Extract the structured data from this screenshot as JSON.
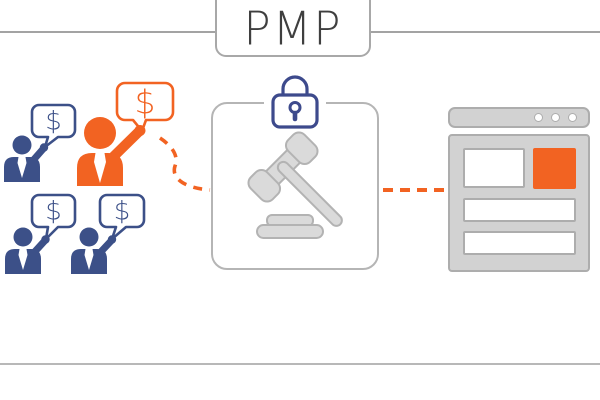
{
  "title": {
    "label": "PMP"
  },
  "colors": {
    "orange": "#F26322",
    "blue": "#3C5088",
    "lock_blue": "#3D4A8C",
    "line_gray": "#A3A3A3",
    "line_gray_light": "#B8B8B8",
    "box_border": "#A8A8A8",
    "box_border2": "#B5B5B5",
    "gavel_fill": "#DADADA",
    "gavel_stroke": "#B3B3B3",
    "browser_fill": "#D2D2D2",
    "browser_stroke": "#ADADAD",
    "title_color": "#3F3F3F"
  },
  "bidders": [
    {
      "name": "bidder-blue-1",
      "color_role": "blue",
      "bubble_text": "$"
    },
    {
      "name": "bidder-orange-winner",
      "color_role": "orange",
      "bubble_text": "$",
      "highlighted": true
    },
    {
      "name": "bidder-blue-2",
      "color_role": "blue",
      "bubble_text": "$"
    },
    {
      "name": "bidder-blue-3",
      "color_role": "blue",
      "bubble_text": "$"
    }
  ],
  "auction": {
    "icons": {
      "lock": "padlock-icon",
      "gavel": "gavel-icon"
    }
  },
  "publisher_page": {
    "window_dot_count": 3,
    "slots": [
      {
        "name": "content-box",
        "type": "content"
      },
      {
        "name": "ad-slot",
        "type": "ad",
        "highlighted": true
      },
      {
        "name": "content-bar-1",
        "type": "content"
      },
      {
        "name": "content-bar-2",
        "type": "content"
      }
    ]
  }
}
